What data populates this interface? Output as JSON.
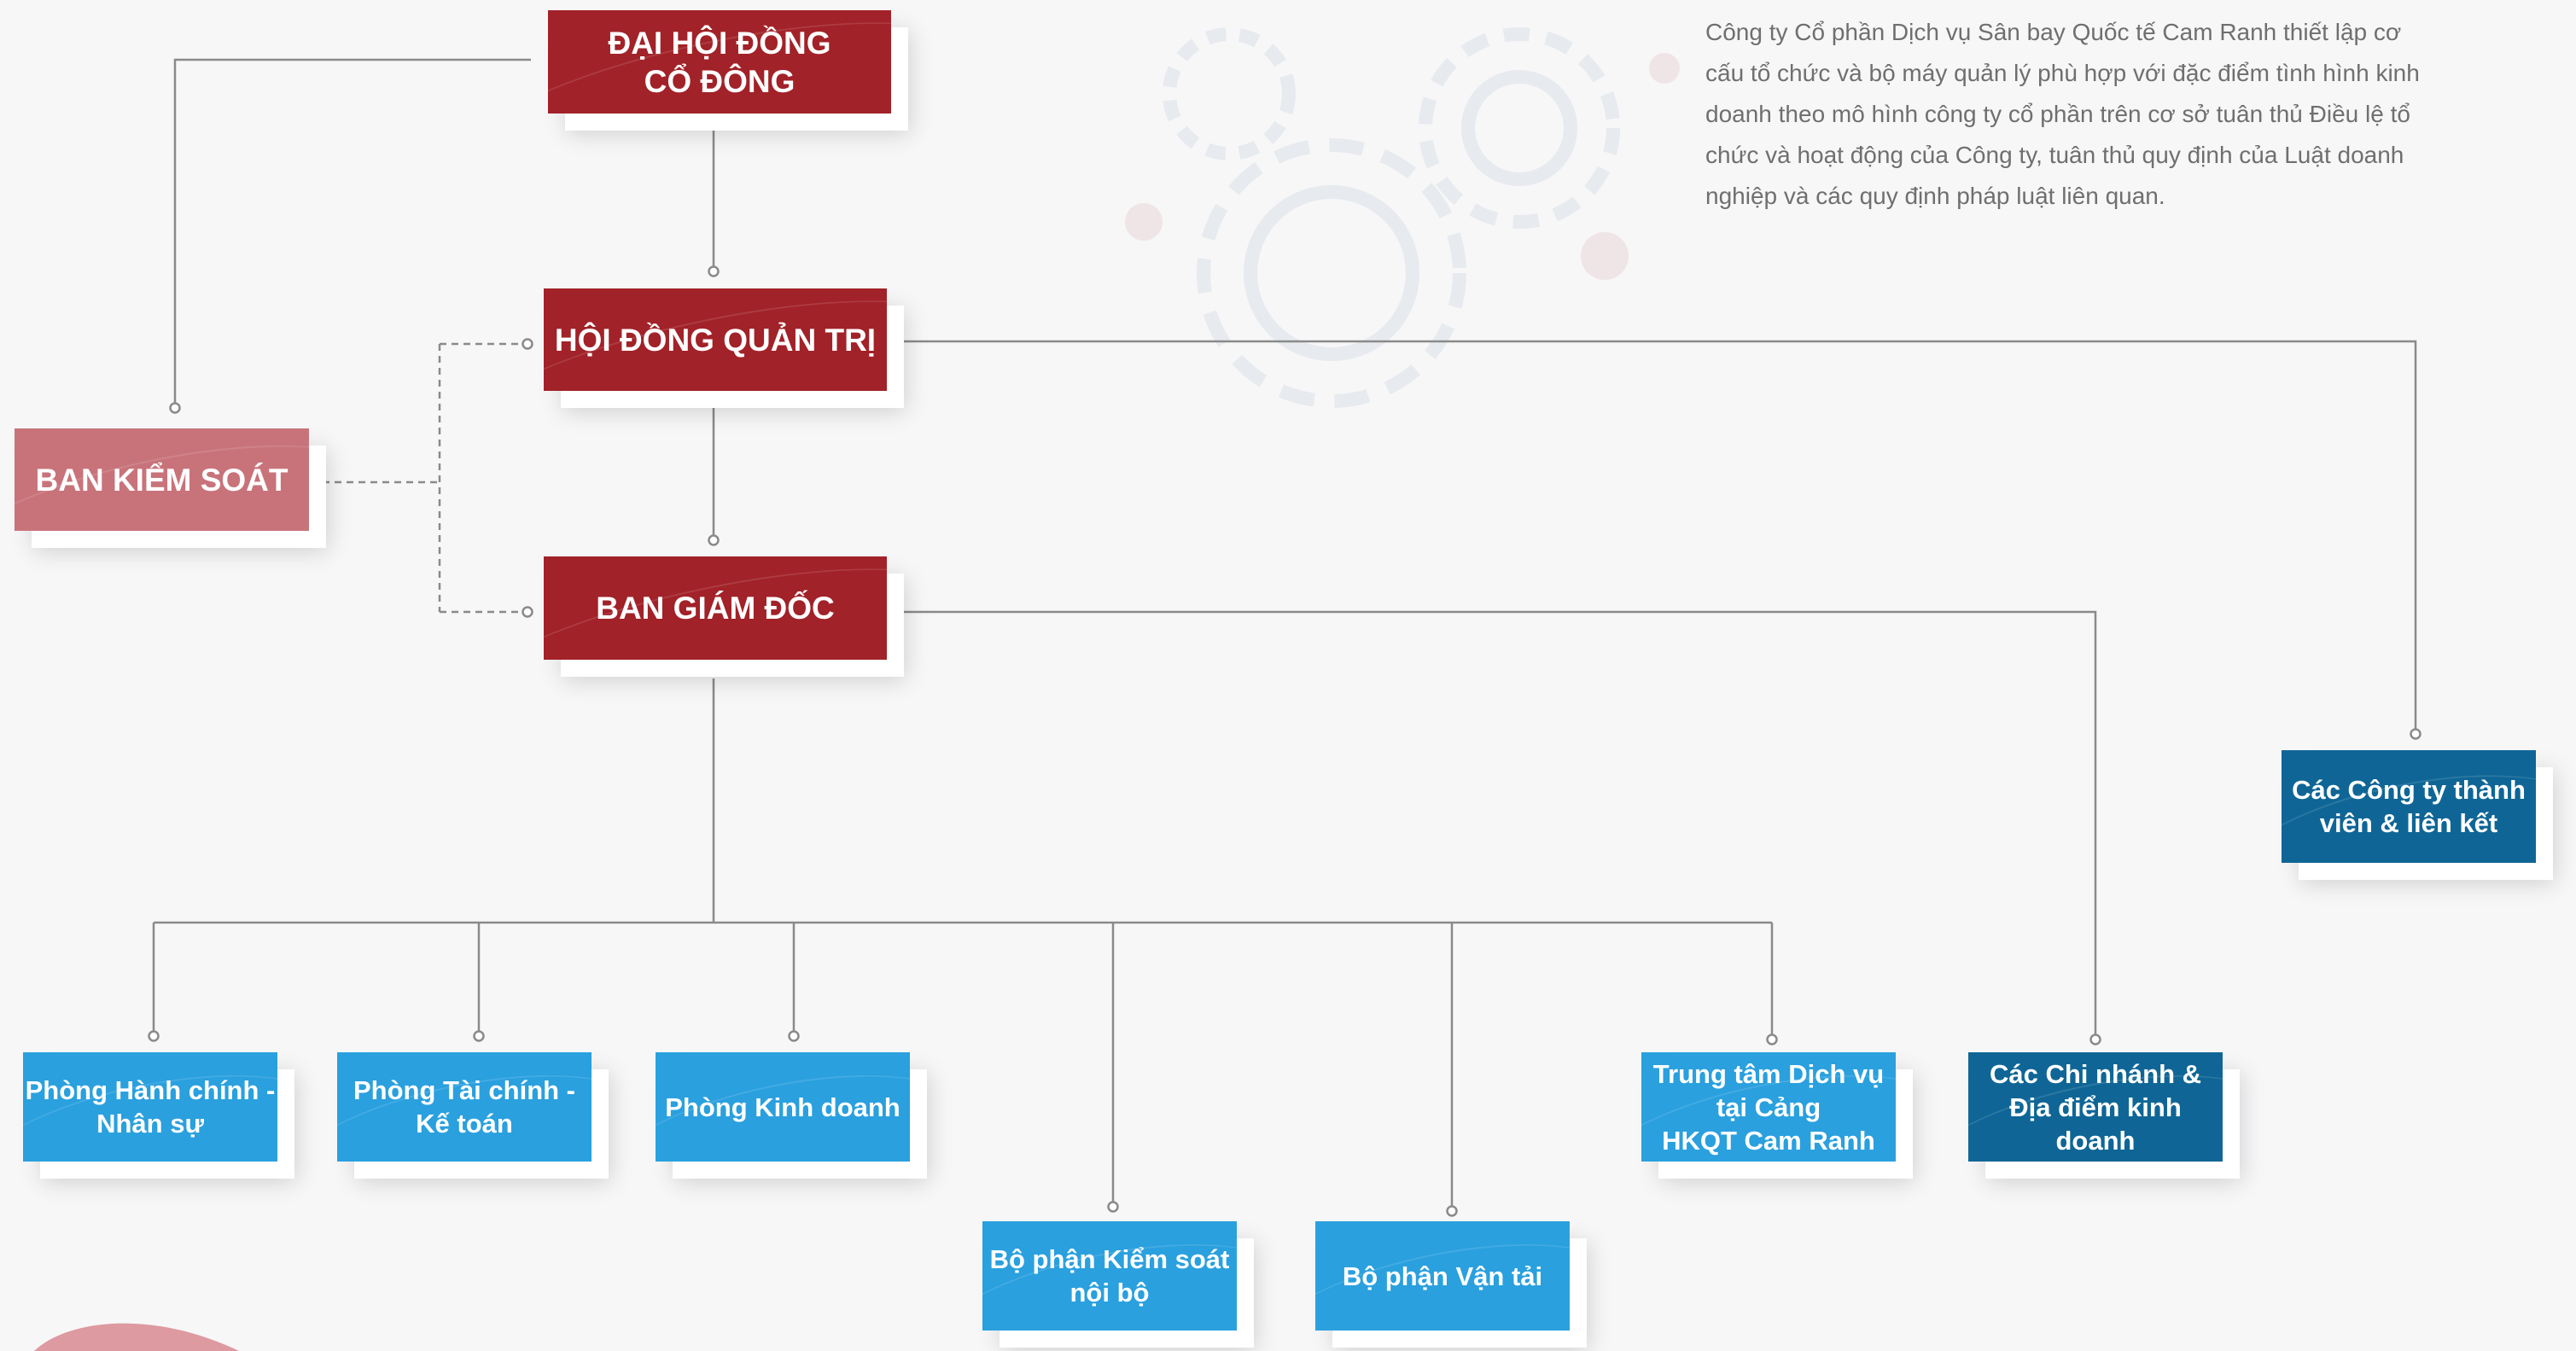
{
  "intro_text": "Công ty Cổ phần Dịch vụ Sân bay Quốc tế Cam Ranh thiết lập cơ cấu tổ chức và bộ máy quản lý phù hợp với đặc điểm tình hình kinh doanh theo mô hình công ty cổ phần trên cơ sở tuân thủ Điều lệ tổ chức và hoạt động của Công ty, tuân thủ quy định của Luật doanh nghiệp và các quy định pháp luật liên quan.",
  "nodes": {
    "shareholders": "ĐẠI HỘI ĐỒNG\nCỔ ĐÔNG",
    "board": "HỘI ĐỒNG QUẢN TRỊ",
    "supervisory": "BAN KIỂM SOÁT",
    "directors": "BAN GIÁM ĐỐC",
    "admin_hr": "Phòng Hành chính -\nNhân sự",
    "finance": "Phòng Tài chính -\nKế toán",
    "sales": "Phòng Kinh doanh",
    "internal_control": "Bộ phận Kiểm soát\nnội bộ",
    "transport": "Bộ phận Vận tải",
    "service_center": "Trung tâm Dịch vụ\ntại Cảng\nHKQT Cam Ranh",
    "branches": "Các Chi nhánh &\nĐịa điểm kinh doanh",
    "subsidiaries": "Các Công ty thành\nviên & liên kết"
  },
  "colors": {
    "red": "#a12228",
    "pink": "#c8737a",
    "blue": "#2aa0de",
    "navy": "#0f6696",
    "connector": "#8a8a8a"
  }
}
